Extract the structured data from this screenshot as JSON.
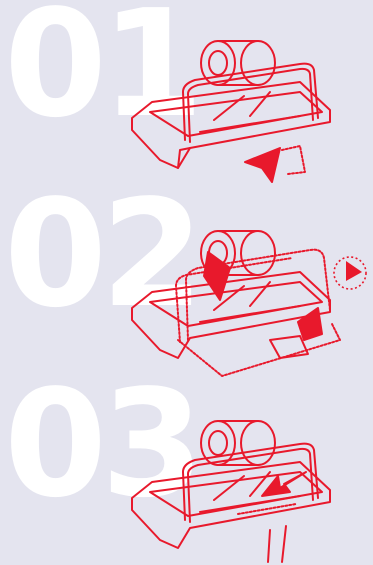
{
  "steps": [
    {
      "number": "01",
      "icon": "tape-dispenser-pull-icon"
    },
    {
      "number": "02",
      "icon": "tape-dispenser-tear-icon",
      "extra_icon": "timer-icon"
    },
    {
      "number": "03",
      "icon": "tape-dispenser-reset-icon"
    }
  ],
  "colors": {
    "background": "#e4e4ef",
    "numeral": "#ffffff",
    "line": "#e8192c"
  }
}
